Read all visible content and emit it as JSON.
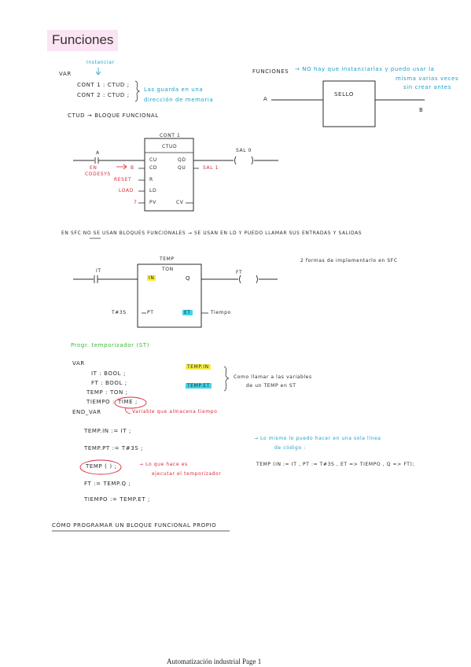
{
  "page_title": "Funciones",
  "var_section": {
    "instanciar_note": "Instanciar",
    "var_kw": "VAR",
    "line1": "CONT 1 : CTUD ;",
    "line2": "CONT 2 : CTUD ;",
    "note": [
      "Las guarda en una",
      "dirección de memoria"
    ]
  },
  "funciones_note": {
    "label": "FUNCIONES",
    "text": [
      "→ NO hay que instanciarlas y puedo usar la",
      "misma varias veces",
      "sin crear antes"
    ],
    "block": "SELLO",
    "in_a": "A",
    "out_b": "B"
  },
  "ctud_heading": "CTUD → BLOQUE FUNCIONAL",
  "ctud_block": {
    "instance": "CONT 1",
    "type": "CTUD",
    "pin_cu": "CU",
    "pin_cd": "CD",
    "pin_r": "R",
    "pin_ld": "LD",
    "pin_pv": "PV",
    "pin_qu": "QU",
    "pin_qd": "QD",
    "pin_cv": "CV",
    "contact_a": "A",
    "coil": "SAL 0",
    "in_b": "B",
    "reset": "RESET",
    "load": "LOAD",
    "pv_val": "7",
    "sal1": "SAL 1",
    "en_codesys": [
      "EN",
      "CODESYS"
    ]
  },
  "sfc_sentence": "EN SFC NO SE USAN BLOQUES FUNCIONALES → SE USAN EN LD Y PUEDO LLAMAR SUS ENTRADAS Y SALIDAS",
  "ton_block": {
    "instance": "TEMP",
    "type": "TON",
    "pin_in": "IN",
    "pin_q": "Q",
    "pin_pt": "PT",
    "pin_et": "ET",
    "contact": "IT",
    "coil": "FT",
    "pt_val": "T#3S",
    "et_out": "Tiempo",
    "impl_note": "2 formas de implementarlo en SFC"
  },
  "program_title": "Progr. temporizador (ST)",
  "code": {
    "var_kw": "VAR",
    "decl1": "IT : BOOL ;",
    "decl2": "FT : BOOL ;",
    "decl3": "TEMP : TON ;",
    "decl4_name": "TIEMPO :",
    "decl4_type": "TIME ;",
    "end_var": "END_VAR",
    "tag_in": "TEMP.IN",
    "tag_et": "TEMP.ET",
    "call_note": [
      "Como llamar a las variables",
      "de un TEMP en ST"
    ],
    "time_note": "Variable que almacena tiempo",
    "stmt1": "TEMP.IN := IT ;",
    "stmt2": "TEMP.PT := T#3S ;",
    "stmt3": "TEMP ( ) ;",
    "exec_note": [
      "→ Lo que hace es",
      "ejecutar el temporizador"
    ],
    "stmt4": "FT := TEMP.Q ;",
    "stmt5": "TIEMPO := TEMP.ET ;",
    "oneline_note": [
      "→ Lo mismo lo puedo hacer en una sola línea",
      "de código :"
    ],
    "oneline": "TEMP (IN := IT , PT := T#3S , ET => TIEMPO , Q => FT);"
  },
  "bottom_heading": "CÓMO PROGRAMAR UN BLOQUE FUNCIONAL PROPIO",
  "footer": "Automatización industrial Page 1"
}
